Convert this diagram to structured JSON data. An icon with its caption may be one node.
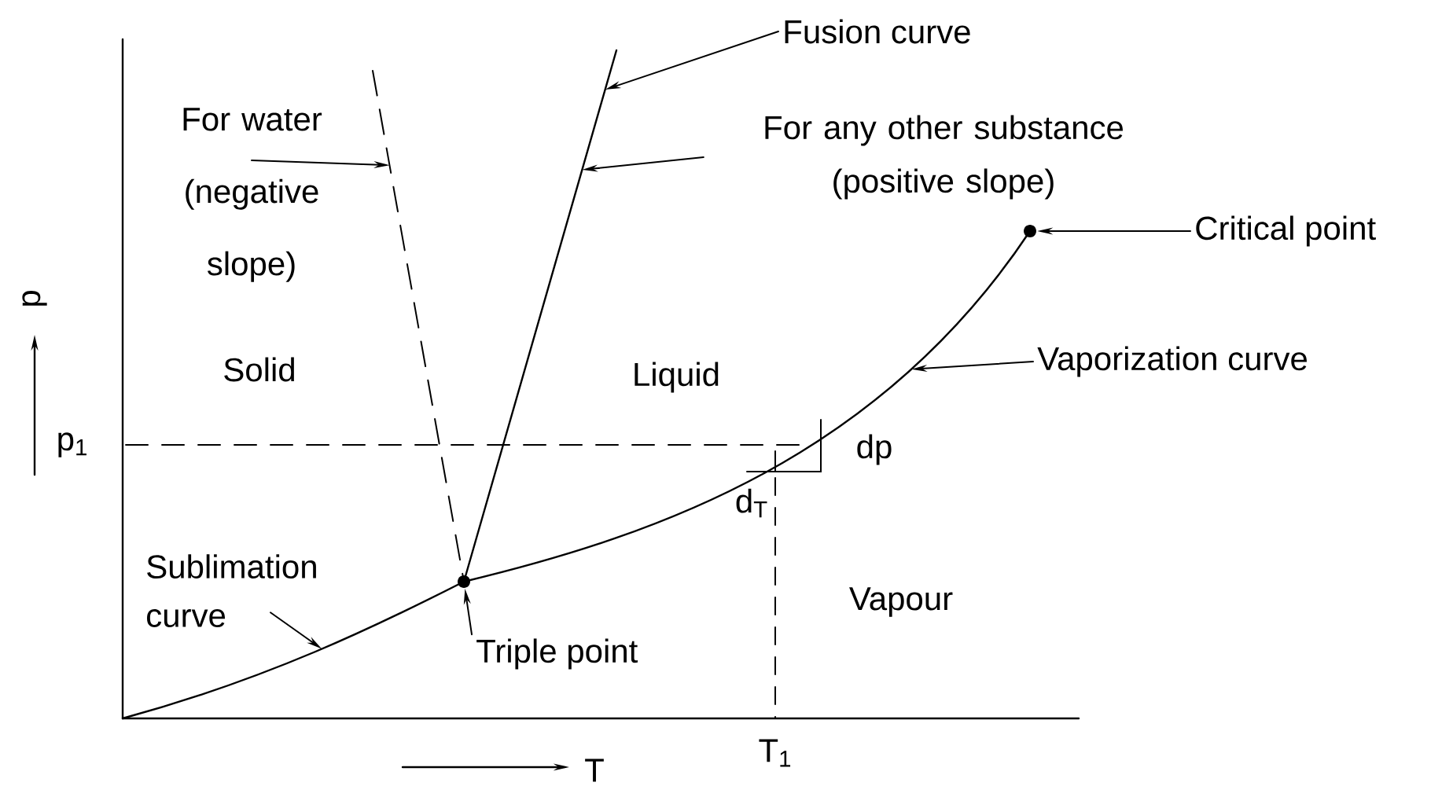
{
  "diagram": {
    "nodes": [
      {
        "text": [
          "Fusion curve"
        ]
      },
      {
        "text": [
          "For water (negative slope)"
        ]
      },
      {
        "text": [
          "For any other substance (positive slope)"
        ]
      },
      {
        "text": [
          "Critical point"
        ]
      },
      {
        "text": [
          "Vaporization curve"
        ]
      },
      {
        "text": [
          "Sublimation curve"
        ]
      },
      {
        "text": [
          "Triple point"
        ]
      },
      {
        "text": [],
        "shape": "circle"
      },
      {
        "text": [],
        "shape": "circle"
      },
      {
        "text": [],
        "shape": "curve"
      },
      {
        "text": [],
        "shape": "curve"
      },
      {
        "text": [],
        "shape": "curve"
      },
      {
        "text": [],
        "shape": "curve"
      }
    ],
    "edges": [
      {
        "from": 0,
        "to": 10,
        "arrow": "to"
      },
      {
        "from": 1,
        "to": 9,
        "arrow": "to"
      },
      {
        "from": 2,
        "to": 10,
        "arrow": "to"
      },
      {
        "from": 3,
        "to": 8,
        "arrow": "to"
      },
      {
        "from": 4,
        "to": 11,
        "arrow": "to"
      },
      {
        "from": 5,
        "to": 12,
        "arrow": "to"
      },
      {
        "from": 6,
        "to": 7,
        "arrow": "to"
      }
    ],
    "labels": [
      "p",
      "Solid",
      "Liquid",
      "p$_{1}$",
      "dp",
      "d$_{T}$",
      "Vapour",
      "T$_{1}$",
      "T"
    ]
  }
}
